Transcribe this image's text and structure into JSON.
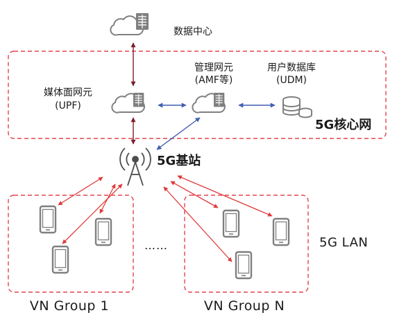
{
  "nodes": {
    "datacenter": {
      "label": "数据中心"
    },
    "upf": {
      "line1": "媒体面网元",
      "line2": "(UPF)"
    },
    "amf": {
      "line1": "管理网元",
      "line2": "(AMF等)"
    },
    "udm": {
      "line1": "用户数据库",
      "line2": "(UDM)"
    },
    "core_region": {
      "label": "5G核心网"
    },
    "base_station": {
      "label": "5G基站"
    },
    "lan": {
      "label": "5G LAN"
    },
    "group1": {
      "label": "VN Group 1"
    },
    "groupN": {
      "label": "VN Group N"
    },
    "ellipsis": {
      "label": "……"
    }
  },
  "colors": {
    "dashed_border": "#e0434f",
    "red_arrow": "#e03a3a",
    "blue_arrow": "#3f5fb0",
    "dark_arrow": "#7a1f2a",
    "icon": "#7f7f7f"
  }
}
